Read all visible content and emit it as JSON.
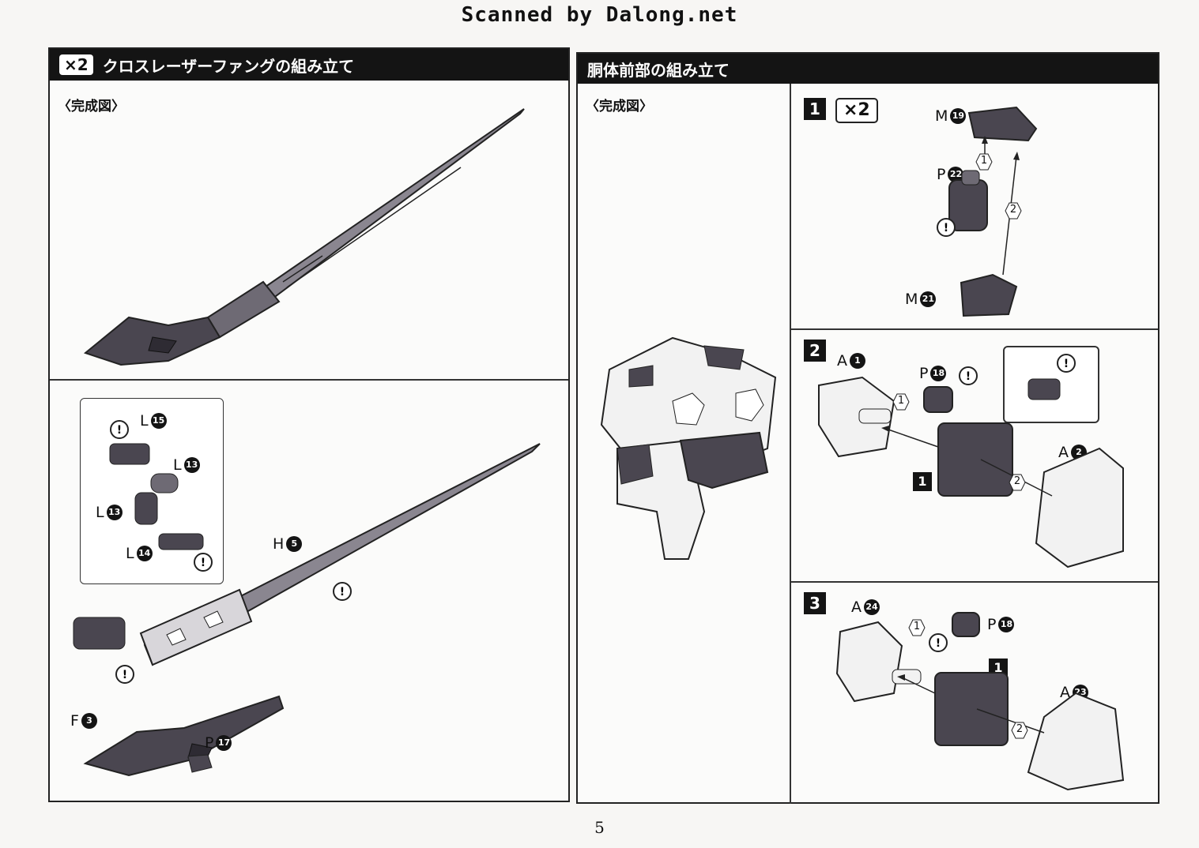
{
  "watermark": "Scanned by Dalong.net",
  "page_number": "5",
  "left_panel": {
    "multiplier": "×2",
    "title": "クロスレーザーファングの組み立て",
    "completed_label": "〈完成図〉",
    "parts": {
      "L15": {
        "letter": "L",
        "num": "15"
      },
      "L13a": {
        "letter": "L",
        "num": "13"
      },
      "L13b": {
        "letter": "L",
        "num": "13"
      },
      "L14": {
        "letter": "L",
        "num": "14"
      },
      "H5": {
        "letter": "H",
        "num": "5"
      },
      "F3": {
        "letter": "F",
        "num": "3"
      },
      "P17": {
        "letter": "P",
        "num": "17"
      }
    }
  },
  "right_panel": {
    "title": "胴体前部の組み立て",
    "completed_label": "〈完成図〉",
    "step1": {
      "badge": "1",
      "multiplier": "×2",
      "parts": {
        "M19": {
          "letter": "M",
          "num": "19"
        },
        "P22": {
          "letter": "P",
          "num": "22"
        },
        "M21": {
          "letter": "M",
          "num": "21"
        }
      },
      "order": [
        "1",
        "2"
      ]
    },
    "step2": {
      "badge": "2",
      "sub_ref": "1",
      "parts": {
        "A1": {
          "letter": "A",
          "num": "1"
        },
        "P18": {
          "letter": "P",
          "num": "18"
        },
        "A2": {
          "letter": "A",
          "num": "2"
        }
      },
      "order": [
        "1",
        "2"
      ]
    },
    "step3": {
      "badge": "3",
      "sub_ref": "1",
      "parts": {
        "A24": {
          "letter": "A",
          "num": "24"
        },
        "P18": {
          "letter": "P",
          "num": "18"
        },
        "A23": {
          "letter": "A",
          "num": "23"
        }
      },
      "order": [
        "1",
        "2"
      ]
    }
  },
  "colors": {
    "dark_part": "#4a4650",
    "light_part": "#f2f2f2",
    "header": "#141414"
  }
}
